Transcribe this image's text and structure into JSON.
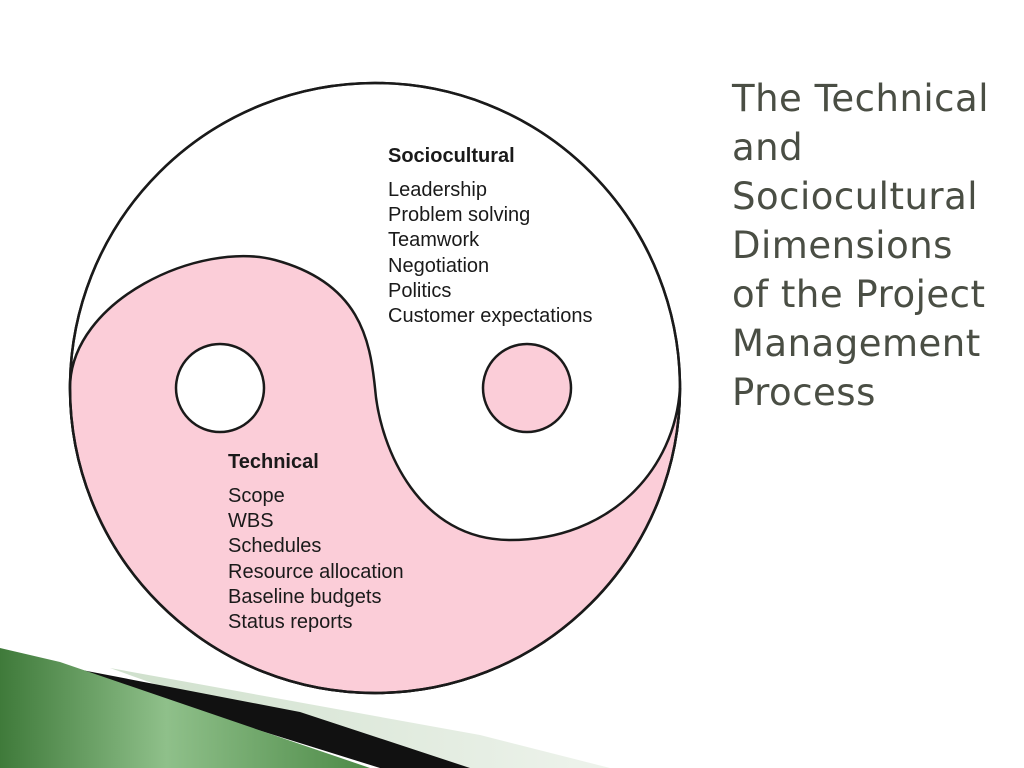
{
  "slide": {
    "title_lines": [
      "The Technical",
      "and",
      "Sociocultural",
      "Dimensions",
      "of the Project",
      "Management",
      "Process"
    ]
  },
  "sociocultural": {
    "heading": "Sociocultural",
    "items": [
      "Leadership",
      "Problem solving",
      "Teamwork",
      "Negotiation",
      "Politics",
      "Customer expectations"
    ]
  },
  "technical": {
    "heading": "Technical",
    "items": [
      "Scope",
      "WBS",
      "Schedules",
      "Resource allocation",
      "Baseline budgets",
      "Status reports"
    ]
  },
  "colors": {
    "pink": "#fbcdd8",
    "outline": "#1a1a1a",
    "title": "#4a4e44",
    "banner_green_dark": "#3f7a3a",
    "banner_green_light": "#8fc08a"
  }
}
